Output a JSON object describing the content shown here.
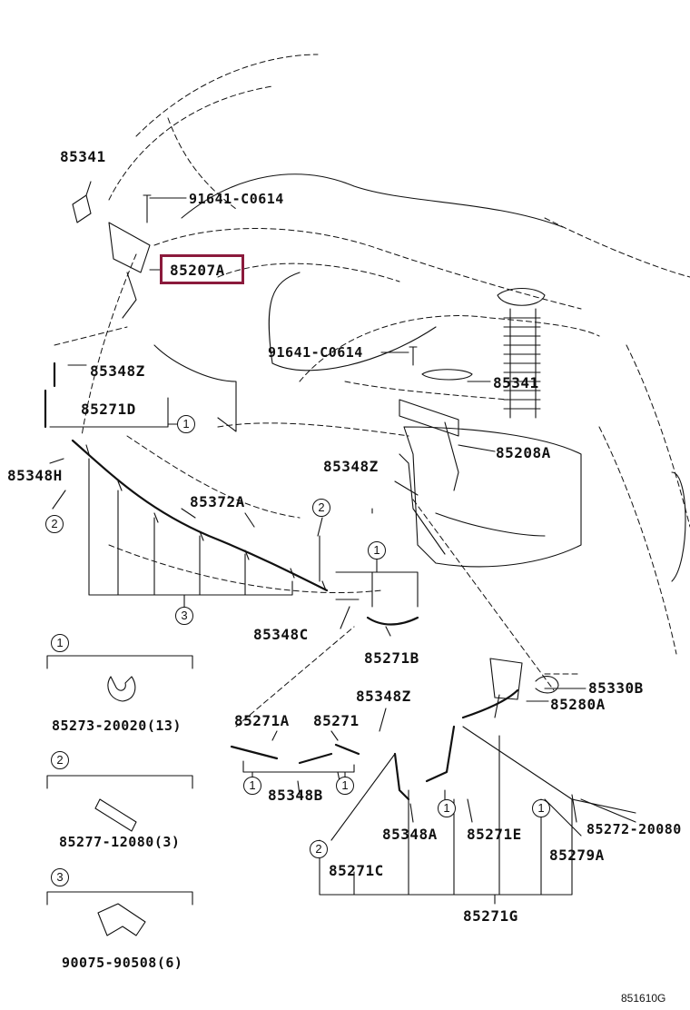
{
  "labels": {
    "p85341_top": "85341",
    "p91641_top": "91641-C0614",
    "p85207a": "85207A",
    "p91641_mid": "91641-C0614",
    "p85341_mid": "85341",
    "p85348z_left": "85348Z",
    "p85271d": "85271D",
    "p85348h": "85348H",
    "p85208a": "85208A",
    "p85348z_mid": "85348Z",
    "p85372a": "85372A",
    "p85348c": "85348C",
    "p85271b": "85271B",
    "p85330b": "85330B",
    "p85348z_low": "85348Z",
    "p85280a": "85280A",
    "p85271a": "85271A",
    "p85271": "85271",
    "p85348b": "85348B",
    "p85348a": "85348A",
    "p85271e": "85271E",
    "p85272": "85272-20080",
    "p85279a": "85279A",
    "p85271c": "85271C",
    "p85271g": "85271G"
  },
  "legend": [
    {
      "num": "1",
      "part": "85273-20020(13)"
    },
    {
      "num": "2",
      "part": "85277-12080(3)"
    },
    {
      "num": "3",
      "part": "90075-90508(6)"
    }
  ],
  "callouts": {
    "one": "1",
    "two": "2",
    "three": "3"
  },
  "highlight_part": "85207A",
  "diagram_ref": "851610G",
  "colors": {
    "ink": "#111111",
    "highlight": "#8b1a3c",
    "background": "#ffffff"
  }
}
